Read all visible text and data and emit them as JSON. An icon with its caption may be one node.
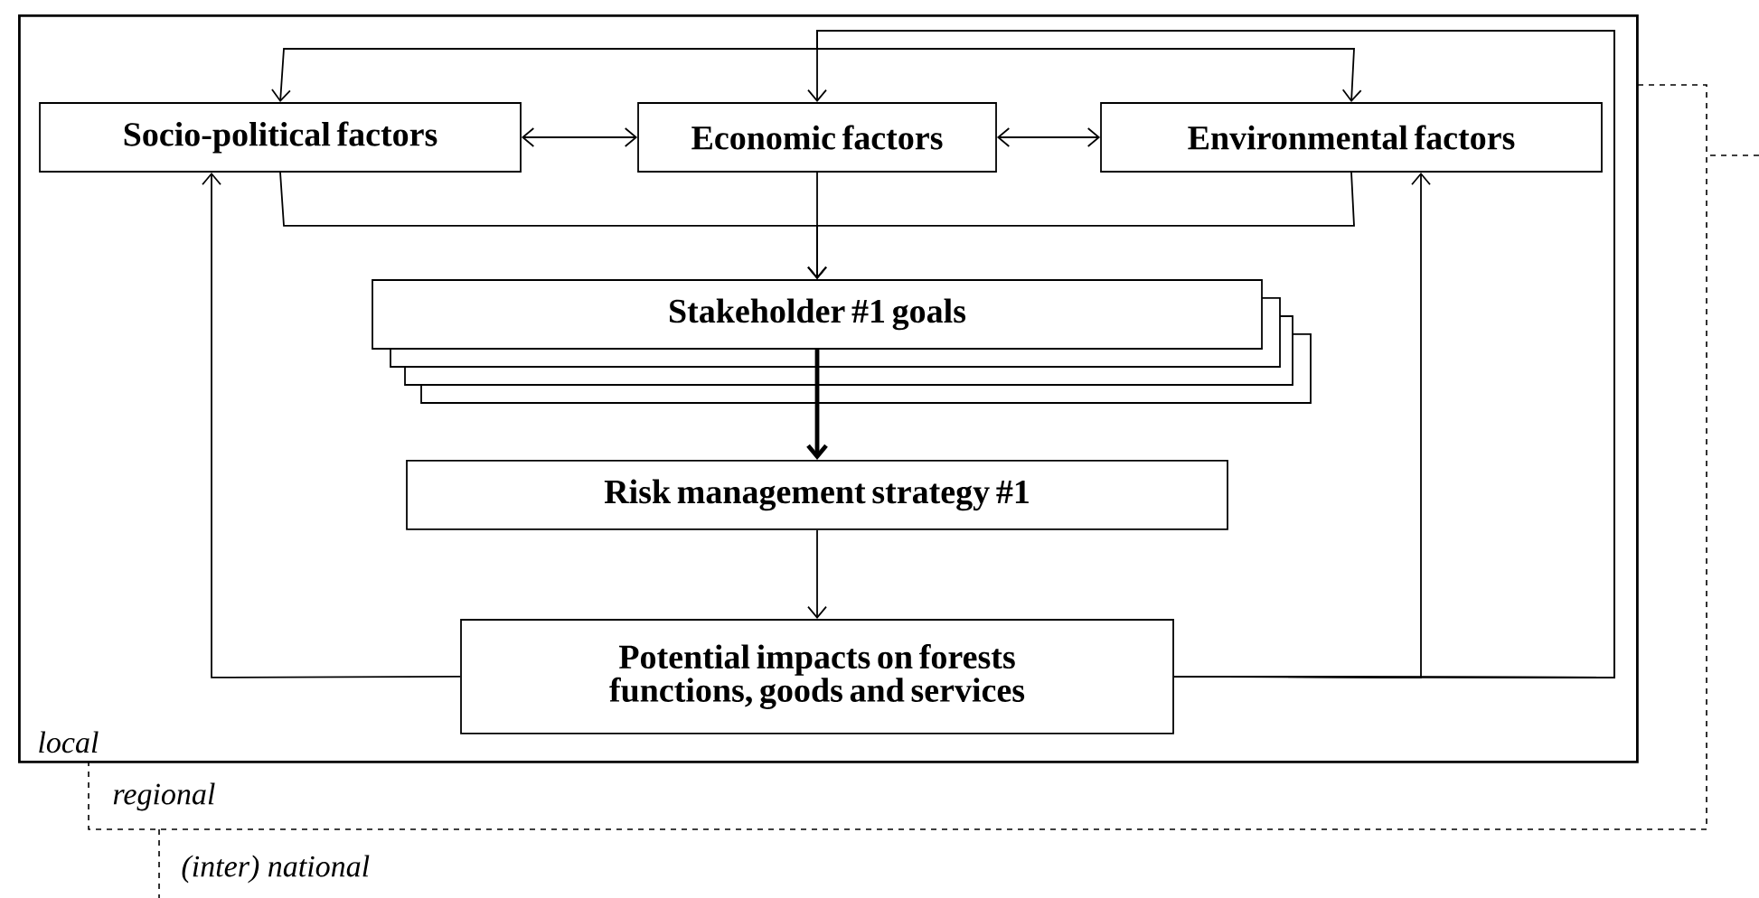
{
  "diagram": {
    "nodes": [
      {
        "text": [
          "local"
        ]
      },
      {
        "text": [
          "Socio-political factors"
        ],
        "in": 0
      },
      {
        "text": [
          "Economic factors"
        ],
        "in": 0
      },
      {
        "text": [
          "Environmental factors"
        ],
        "in": 0
      },
      {
        "text": [
          "Stakeholder #1 goals"
        ],
        "in": 0
      },
      {
        "text": [
          "Risk management strategy #1"
        ],
        "in": 0
      },
      {
        "text": [
          "Potential impacts on forests functions, goods and services"
        ],
        "in": 0
      }
    ],
    "edges": [
      {
        "from": 1,
        "to": 2,
        "arrow": "both"
      },
      {
        "from": 2,
        "to": 3,
        "arrow": "both"
      },
      {
        "from": 6,
        "to": 2,
        "arrow": "to"
      },
      {
        "from": 6,
        "to": 1,
        "arrow": "to"
      },
      {
        "from": 6,
        "to": 3,
        "arrow": "to"
      },
      {
        "from": 6,
        "to": 1,
        "arrow": "to"
      },
      {
        "from": 6,
        "to": 3,
        "arrow": "to"
      },
      {
        "from": 1,
        "to": 4,
        "arrow": "to"
      },
      {
        "from": 2,
        "to": 4,
        "arrow": "to"
      },
      {
        "from": 3,
        "to": 4,
        "arrow": "to"
      },
      {
        "from": 4,
        "to": 5,
        "arrow": "to",
        "style": "thick"
      },
      {
        "from": 5,
        "to": 6,
        "arrow": "to"
      }
    ],
    "labels": [
      "regional",
      "(inter) national"
    ]
  }
}
